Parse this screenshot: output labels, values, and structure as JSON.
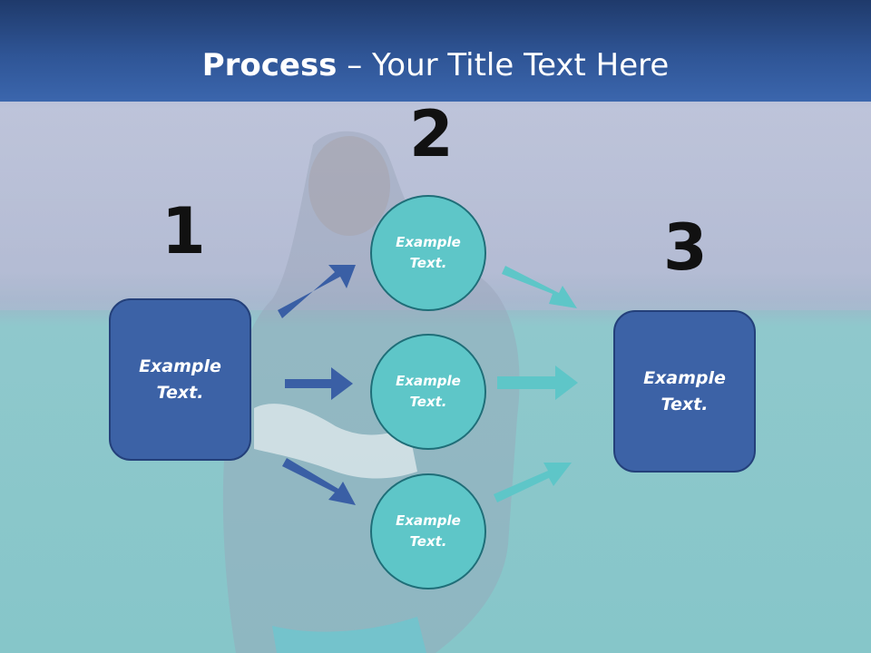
{
  "slide": {
    "title_bold": "Process",
    "title_rest": " – Your Title Text Here",
    "numbers": [
      "1",
      "2",
      "3"
    ],
    "left_box": "Example Text.",
    "right_box": "Example Text.",
    "circles": [
      "Example Text.",
      "Example Text.",
      "Example Text."
    ],
    "colors": {
      "box_fill": "#3c62a6",
      "circle_fill": "#5ec6c8",
      "arrow_blue": "#3a5fa5",
      "arrow_teal": "#5ec6c8"
    }
  }
}
